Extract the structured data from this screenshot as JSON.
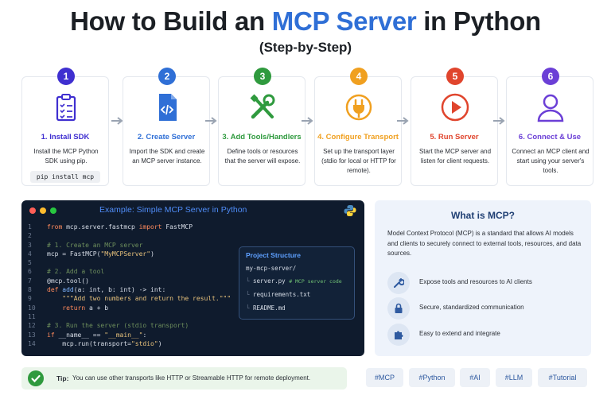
{
  "header": {
    "title_pre": "How to Build an",
    "title_accent": "MCP Server",
    "title_post": "in Python",
    "subtitle": "(Step-by-Step)"
  },
  "colors": {
    "accent": "#2f6fd6",
    "step1": "#3f2fd0",
    "step2": "#2f6fd6",
    "step3": "#2f9a3e",
    "step4": "#f0a020",
    "step5": "#e0452d",
    "step6": "#6b3fd6"
  },
  "steps": [
    {
      "num": "1",
      "title": "1. Install SDK",
      "desc": "Install the MCP Python SDK using pip.",
      "code": "pip install mcp",
      "icon": "clipboard-icon"
    },
    {
      "num": "2",
      "title": "2. Create Server",
      "desc": "Import the SDK and create an MCP server instance.",
      "icon": "code-file-icon"
    },
    {
      "num": "3",
      "title": "3. Add Tools/Handlers",
      "desc": "Define tools or resources that the server will expose.",
      "icon": "tools-icon"
    },
    {
      "num": "4",
      "title": "4. Configure Transport",
      "desc": "Set up the transport layer (stdio for local or HTTP for remote).",
      "icon": "plug-icon"
    },
    {
      "num": "5",
      "title": "5. Run Server",
      "desc": "Start the MCP server and listen for client requests.",
      "icon": "play-icon"
    },
    {
      "num": "6",
      "title": "6. Connect & Use",
      "desc": "Connect an MCP client and start using your server's tools.",
      "icon": "user-icon"
    }
  ],
  "code": {
    "title": "Example: Simple MCP Server in Python",
    "lines": [
      {
        "n": "1",
        "t": "from mcp.server.fastmcp import FastMCP"
      },
      {
        "n": "2",
        "t": ""
      },
      {
        "n": "3",
        "t": "# 1. Create an MCP server"
      },
      {
        "n": "4",
        "t": "mcp = FastMCP(\"MyMCPServer\")"
      },
      {
        "n": "5",
        "t": ""
      },
      {
        "n": "6",
        "t": "# 2. Add a tool"
      },
      {
        "n": "7",
        "t": "@mcp.tool()"
      },
      {
        "n": "8",
        "t": "def add(a: int, b: int) -> int:"
      },
      {
        "n": "9",
        "t": "    \"\"\"Add two numbers and return the result.\"\"\""
      },
      {
        "n": "10",
        "t": "    return a + b"
      },
      {
        "n": "11",
        "t": ""
      },
      {
        "n": "12",
        "t": "# 3. Run the server (stdio transport)"
      },
      {
        "n": "13",
        "t": "if __name__ == \"__main__\":"
      },
      {
        "n": "14",
        "t": "    mcp.run(transport=\"stdio\")"
      }
    ]
  },
  "project": {
    "title": "Project Structure",
    "root": "my-mcp-server/",
    "files": [
      "server.py",
      "requirements.txt",
      "README.md"
    ],
    "server_comment": "# MCP server code"
  },
  "what": {
    "title": "What is MCP?",
    "desc": "Model Context Protocol (MCP) is a standard that allows AI models and clients to securely connect to external tools, resources, and data sources.",
    "features": [
      {
        "text": "Expose tools and resources to AI clients",
        "icon": "wrench-icon"
      },
      {
        "text": "Secure, standardized communication",
        "icon": "lock-icon"
      },
      {
        "text": "Easy to extend and integrate",
        "icon": "puzzle-icon"
      }
    ]
  },
  "tip": {
    "label": "Tip:",
    "text": "You can use other transports like HTTP or Streamable HTTP for remote deployment."
  },
  "tags": [
    "#MCP",
    "#Python",
    "#AI",
    "#LLM",
    "#Tutorial"
  ]
}
